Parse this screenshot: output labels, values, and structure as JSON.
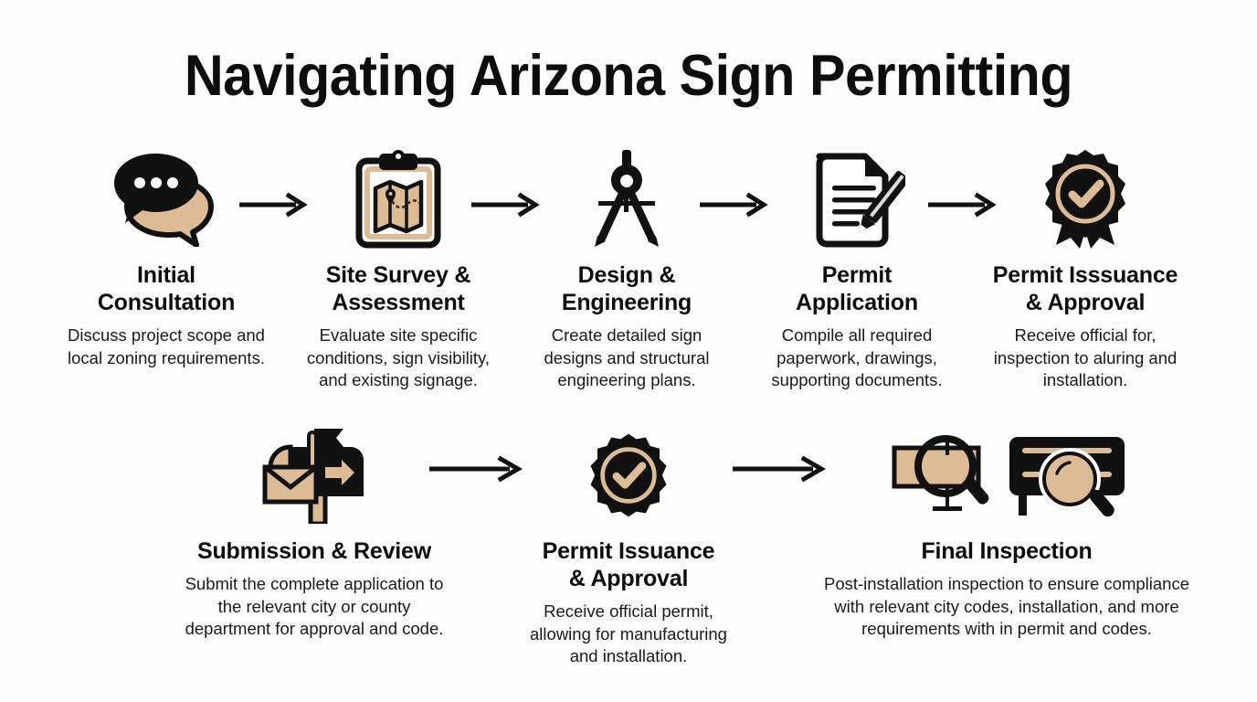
{
  "page": {
    "title": "Navigating Arizona Sign Permitting",
    "background_color": "#fdfdfc",
    "accent_tan": "#dcbc95",
    "ink_black": "#111111"
  },
  "flow": {
    "row1": [
      {
        "index": "1",
        "icon": "speech-bubbles-icon",
        "title": "Initial Consultation",
        "title_line1": "Initial",
        "title_line2": "Consultation",
        "description": "Discuss project scope and local zoning requirements."
      },
      {
        "index": "2",
        "icon": "clipboard-map-icon",
        "title": "Site Survey & Assessment",
        "title_line1": "Site Survey &",
        "title_line2": "Assessment",
        "description": "Evaluate site specific conditions, sign visibility, and existing signage."
      },
      {
        "index": "3",
        "icon": "drafting-compass-icon",
        "title": "Design & Engineering",
        "title_line1": "Design &",
        "title_line2": "Engineering",
        "description": "Create detailed sign designs and structural engineering plans."
      },
      {
        "index": "4",
        "icon": "document-pen-icon",
        "title": "Permit Application",
        "title_line1": "Permit",
        "title_line2": "Application",
        "description": "Compile all required paperwork, drawings, supporting documents."
      },
      {
        "index": "5",
        "icon": "award-badge-check-icon",
        "title": "Permit Isssuance & Approval",
        "title_line1": "Permit Isssuance",
        "title_line2": "& Approval",
        "description": "Receive official for, inspection to aluring and installation."
      }
    ],
    "row2": [
      {
        "index": "6",
        "icon": "mailbox-icon",
        "title": "Submission & Review",
        "description": "Submit the complete application to the relevant city or county department for approval and code."
      },
      {
        "index": "7",
        "icon": "award-badge-check-icon",
        "title": "Permit Issuance & Approval",
        "title_line1": "Permit Issuance",
        "title_line2": "& Approval",
        "description": "Receive official permit, allowing for manufacturing and installation."
      },
      {
        "index": "8",
        "icon": "sign-magnifier-icon",
        "title": "Final Inspection",
        "description": "Post-installation inspection to ensure compliance with relevant city codes, installation, and more requirements with in permit and codes."
      }
    ],
    "arrows": [
      {
        "name": "arrow-1",
        "from": "Initial Consultation",
        "to": "Site Survey & Assessment"
      },
      {
        "name": "arrow-2",
        "from": "Site Survey & Assessment",
        "to": "Design & Engineering"
      },
      {
        "name": "arrow-3",
        "from": "Design & Engineering",
        "to": "Permit Application"
      },
      {
        "name": "arrow-4",
        "from": "Permit Application",
        "to": "Permit Isssuance & Approval"
      },
      {
        "name": "arrow-5",
        "from": "Submission & Review",
        "to": "Permit Issuance & Approval"
      },
      {
        "name": "arrow-6",
        "from": "Permit Issuance & Approval",
        "to": "Final Inspection"
      }
    ]
  }
}
